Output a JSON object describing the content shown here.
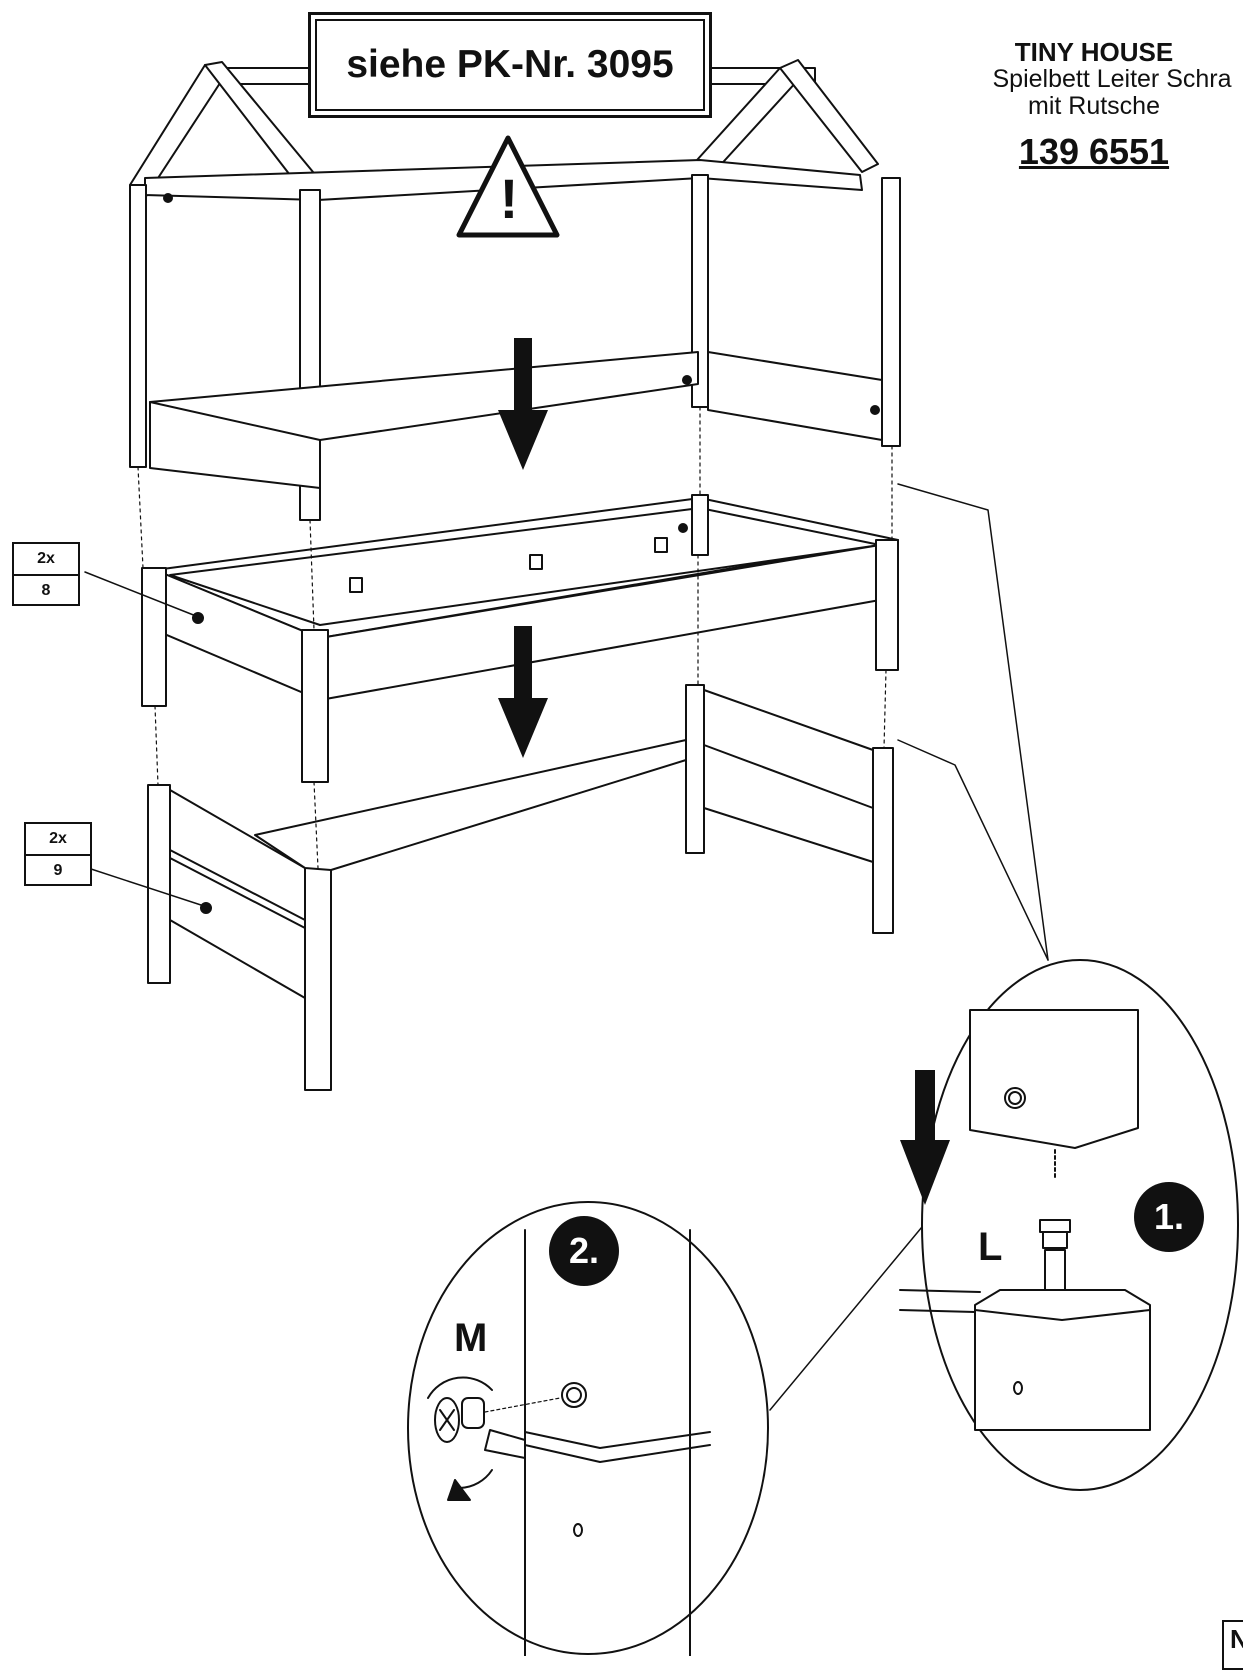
{
  "warning_box": {
    "text": "siehe PK-Nr. 3095"
  },
  "warning_sign": {
    "symbol": "!"
  },
  "product": {
    "name": "TINY HOUSE",
    "subtitle_line1": "Spielbett Leiter Schra",
    "subtitle_line2": "mit Rutsche",
    "number": "139 6551"
  },
  "parts": [
    {
      "qty": "2x",
      "id": "8"
    },
    {
      "qty": "2x",
      "id": "9"
    }
  ],
  "steps": [
    {
      "number": "1.",
      "part_letter": "L"
    },
    {
      "number": "2.",
      "part_letter": "M"
    }
  ],
  "corner_fragment": "N",
  "colors": {
    "line": "#111111",
    "background": "#ffffff"
  }
}
